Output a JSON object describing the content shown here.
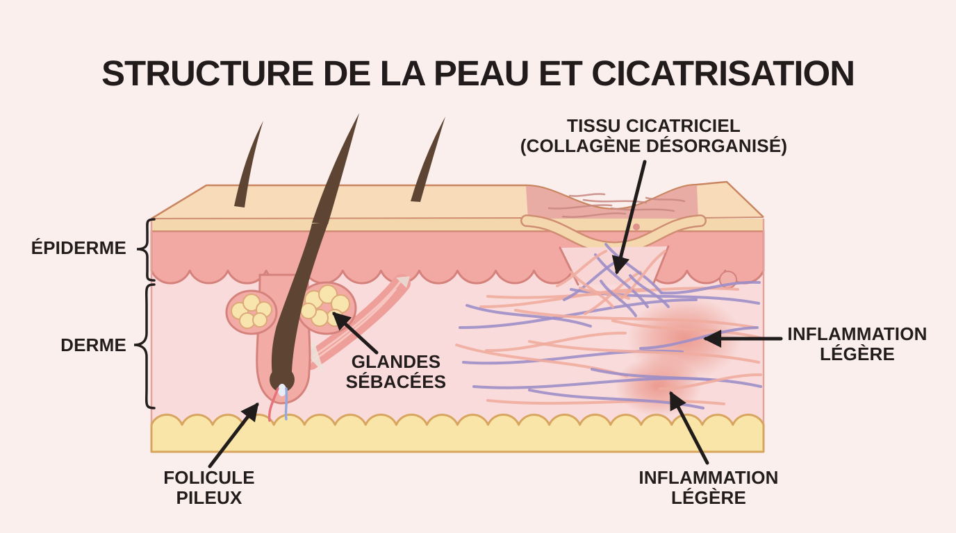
{
  "title": "STRUCTURE DE LA PEAU ET CICATRISATION",
  "layer_labels": {
    "epiderme": "ÉPIDERME",
    "derme": "DERME"
  },
  "annotations": {
    "tissu_cicatriciel": {
      "line1": "TISSU CICATRICIEL",
      "line2": "(COLLAGÈNE DÉSORGANISÉ)"
    },
    "glandes_sebacees": {
      "line1": "GLANDES",
      "line2": "SÉBACÉES"
    },
    "folicule_pileux": {
      "line1": "FOLICULE",
      "line2": "PILEUX"
    },
    "inflammation_right": {
      "line1": "INFLAMMATION",
      "line2": "LÉGÈRE"
    },
    "inflammation_bottom": {
      "line1": "INFLAMMATION",
      "line2": "LÉGÈRE"
    }
  },
  "colors": {
    "background": "#faefec",
    "text": "#211c1b",
    "skin_surface": "#f8dcba",
    "stratum_corneum": "#f5d7ad",
    "epidermis": "#f2a8a3",
    "dermis": "#f8dbda",
    "subcutaneous_fat": "#f9e5a7",
    "fat_outline": "#d8a55f",
    "hair": "#5e4433",
    "scar_surface": "#e9aca4",
    "fiber_purple": "#9c8ec8",
    "fiber_salmon": "#f0ac9f",
    "inflammation_blush": "#e98f82",
    "vessel_red": "#e4737a",
    "vessel_blue": "#93aadb"
  }
}
